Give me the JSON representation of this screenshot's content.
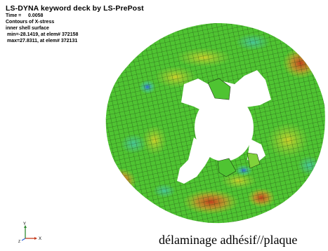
{
  "header": {
    "title": "LS-DYNA keyword deck by LS-PrePost",
    "time_label": "Time =",
    "time_value": "0.0058",
    "contours": "Contours of X-stress",
    "surface": "inner shell surface",
    "min": "min=-28.1419, at elem# 372158",
    "max": "max=27.8311, at elem# 372131"
  },
  "axes": {
    "y_label": "Y",
    "x_label": "X",
    "z_label": "Z"
  },
  "caption": "délaminage adhésif//plaque",
  "colors": {
    "green": "#4fc432",
    "light_green": "#7fd23a",
    "yellow": "#d6d22a",
    "orange": "#e0862a",
    "red": "#c63b1c",
    "cyan": "#47c6a6",
    "blue": "#2f63d8",
    "mesh": "#1d3a12"
  }
}
